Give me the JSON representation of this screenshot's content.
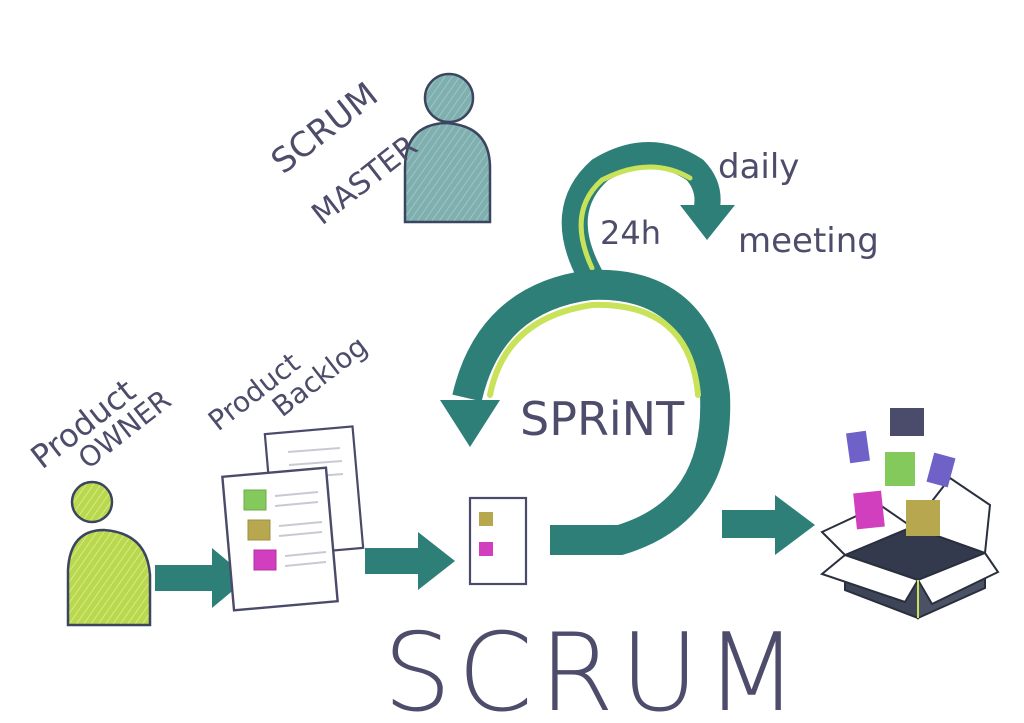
{
  "labels": {
    "scrum_master_line1": "SCRUM",
    "scrum_master_line2": "MASTER",
    "daily_line1": "daily",
    "daily_line2": "meeting",
    "hours": "24h",
    "sprint": "SPRiNT",
    "product_owner_line1": "Product",
    "product_owner_line2": "OWNER",
    "product_backlog_line1": "Product",
    "product_backlog_line2": "Backlog",
    "title": "SCRUM"
  },
  "colors": {
    "ink": "#4d4d6b",
    "teal": "#2e7f78",
    "teal_light": "#86b5b4",
    "lime": "#c8e35a",
    "lime_dark": "#a9c94a",
    "olive": "#b7a84f",
    "magenta": "#d13fbf",
    "green_tile": "#84c95c",
    "purple": "#6e62c9",
    "slate": "#4b4b6b",
    "box_dark": "#343a4d"
  },
  "icons": {
    "scrum_master": "person-icon",
    "product_owner": "person-icon",
    "product_backlog": "document-stack-icon",
    "sprint_backlog": "document-icon",
    "sprint_cycle": "circular-arrow-icon",
    "daily_cycle": "loop-arrow-icon",
    "increment": "open-box-icon"
  }
}
